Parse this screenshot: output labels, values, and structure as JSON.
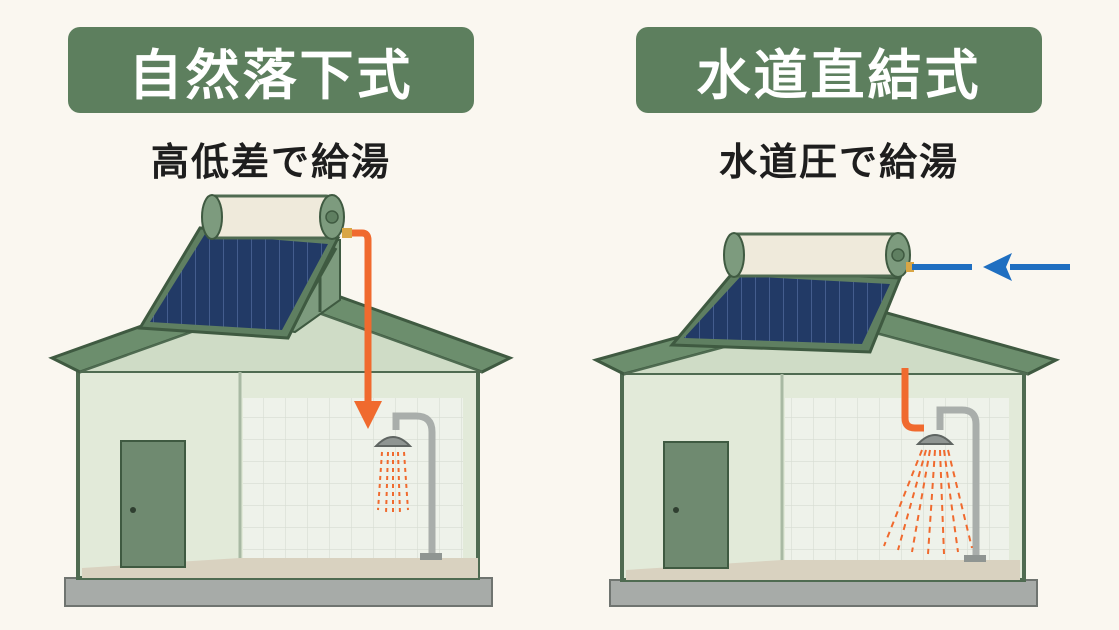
{
  "left_panel": {
    "title": "自然落下式",
    "subtitle": "高低差で給湯"
  },
  "right_panel": {
    "title": "水道直結式",
    "subtitle": "水道圧で給湯"
  },
  "colors": {
    "badge_bg": "#5d7f5e",
    "roof_green": "#6c8e6d",
    "house_fill": "#e2ead9",
    "panel_blue": "#223a66",
    "hot_pipe": "#f06a2e",
    "cold_arrow": "#1f6fc1",
    "tank_cream": "#efeadb",
    "door_green": "#6f8a70",
    "fixture_gray": "#a9aeab"
  }
}
